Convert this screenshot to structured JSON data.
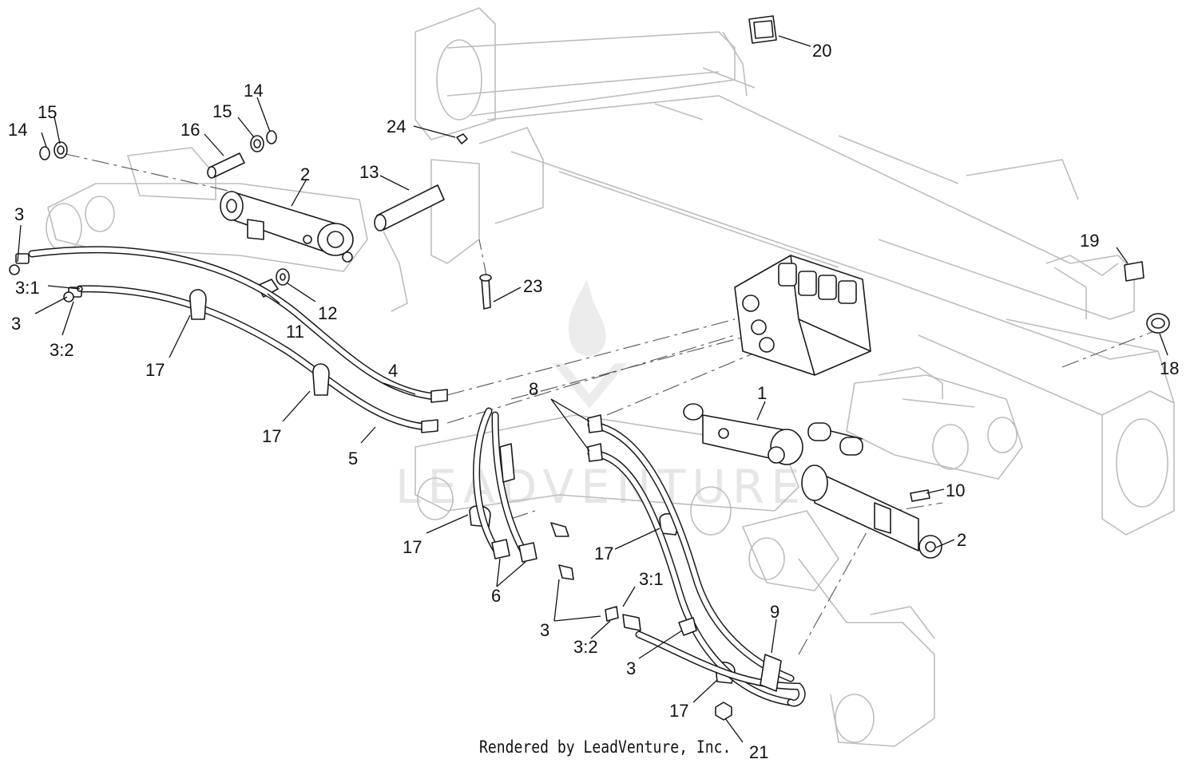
{
  "diagram": {
    "watermark": "LEADVENTURE",
    "footer": "Rendered by LeadVenture, Inc.",
    "callouts": {
      "c1": "1",
      "c2a": "2",
      "c2b": "2",
      "c3a": "3",
      "c3b": "3",
      "c3c": "3",
      "c3d": "3",
      "c31a": "3:1",
      "c31b": "3:1",
      "c32a": "3:2",
      "c32b": "3:2",
      "c4": "4",
      "c5": "5",
      "c6": "6",
      "c8": "8",
      "c9": "9",
      "c10": "10",
      "c11": "11",
      "c12": "12",
      "c13": "13",
      "c14a": "14",
      "c14b": "14",
      "c15a": "15",
      "c15b": "15",
      "c16": "16",
      "c17a": "17",
      "c17b": "17",
      "c17c": "17",
      "c17d": "17",
      "c17e": "17",
      "c18": "18",
      "c19": "19",
      "c20": "20",
      "c21": "21",
      "c23": "23",
      "c24": "24"
    }
  }
}
